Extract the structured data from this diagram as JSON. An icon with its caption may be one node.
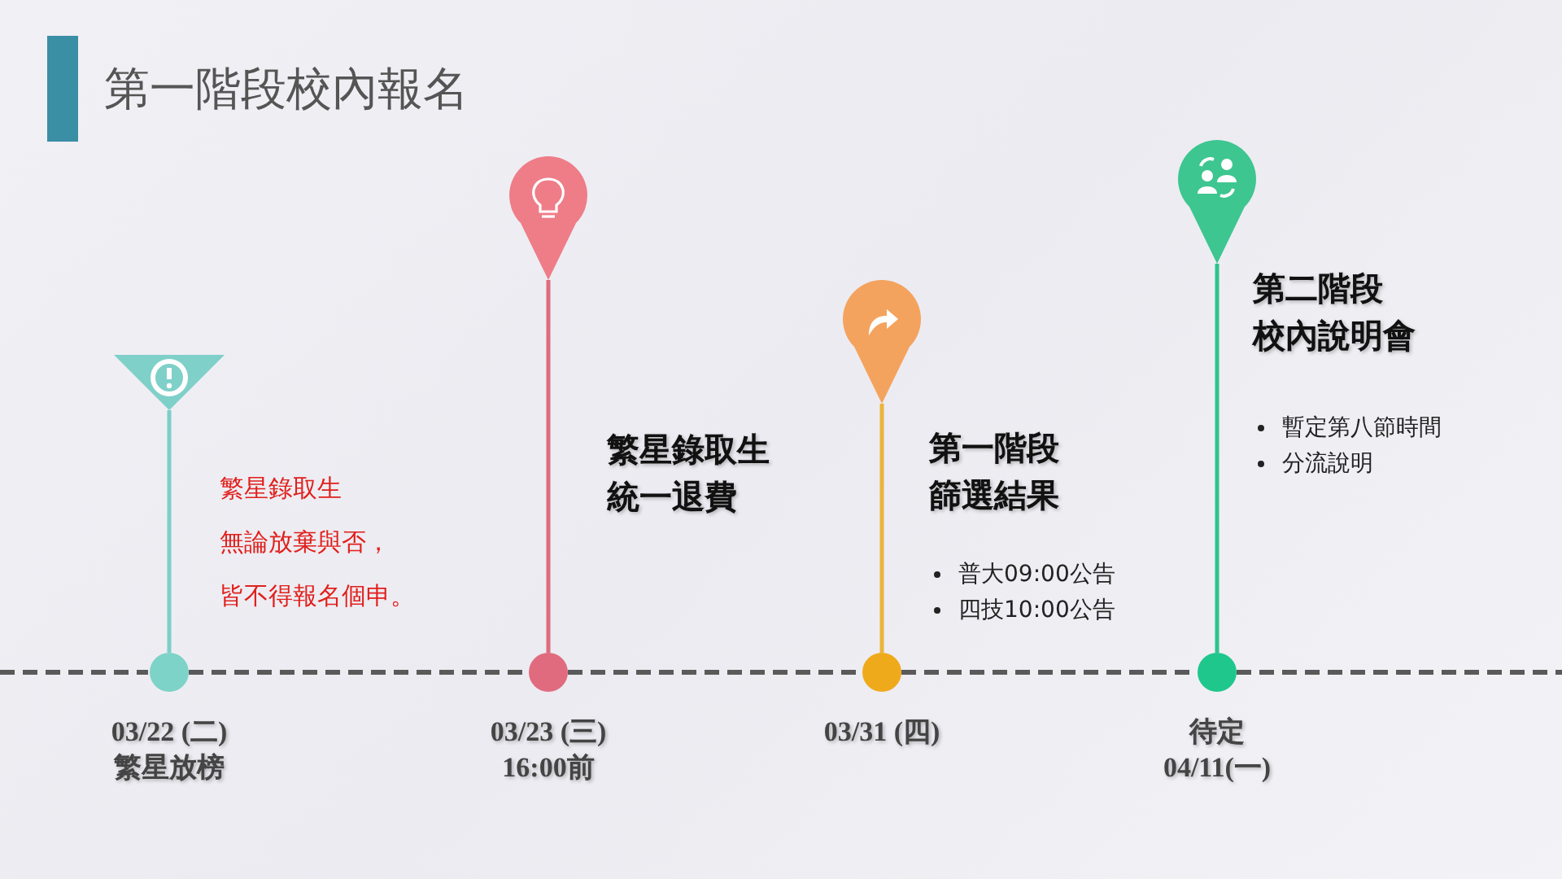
{
  "diagram": {
    "title": "第一階段校內報名",
    "nodes": [
      {
        "text": [],
        "shape": "pin"
      },
      {
        "text": [],
        "shape": "circle",
        "beside": [
          "03/22 (二) 繁星放榜"
        ]
      },
      {
        "text": [],
        "shape": "pin"
      },
      {
        "text": [],
        "shape": "circle",
        "beside": [
          "03/23 (三) 16:00前"
        ]
      },
      {
        "text": [],
        "shape": "pin"
      },
      {
        "text": [],
        "shape": "circle",
        "beside": [
          "03/31 (四)"
        ]
      },
      {
        "text": [],
        "shape": "pin"
      },
      {
        "text": [],
        "shape": "circle",
        "beside": [
          "待定 04/11(一)"
        ]
      }
    ],
    "edges": [
      {
        "from": 0,
        "to": 1,
        "arrow": "none",
        "color": "#7dcfc8"
      },
      {
        "from": 2,
        "to": 3,
        "arrow": "none",
        "color": "#de6b7d"
      },
      {
        "from": 4,
        "to": 5,
        "arrow": "none",
        "color": "#ebb43c"
      },
      {
        "from": 6,
        "to": 7,
        "arrow": "none",
        "color": "#2ec48d"
      },
      {
        "from": 1,
        "to": 3,
        "arrow": "none",
        "style": "dashed",
        "color": "#5a5a5a"
      },
      {
        "from": 3,
        "to": 5,
        "arrow": "none",
        "style": "dashed",
        "color": "#5a5a5a"
      },
      {
        "from": 5,
        "to": 7,
        "arrow": "none",
        "style": "dashed",
        "color": "#5a5a5a"
      }
    ],
    "labels": [
      "繁星錄取生無論放棄與否，皆不得報名個申。",
      "繁星錄取生統一退費",
      "第一階段篩選結果",
      "普大09:00公告",
      "四技10:00公告",
      "第二階段校內說明會",
      "暫定第八節時間",
      "分流說明"
    ]
  }
}
